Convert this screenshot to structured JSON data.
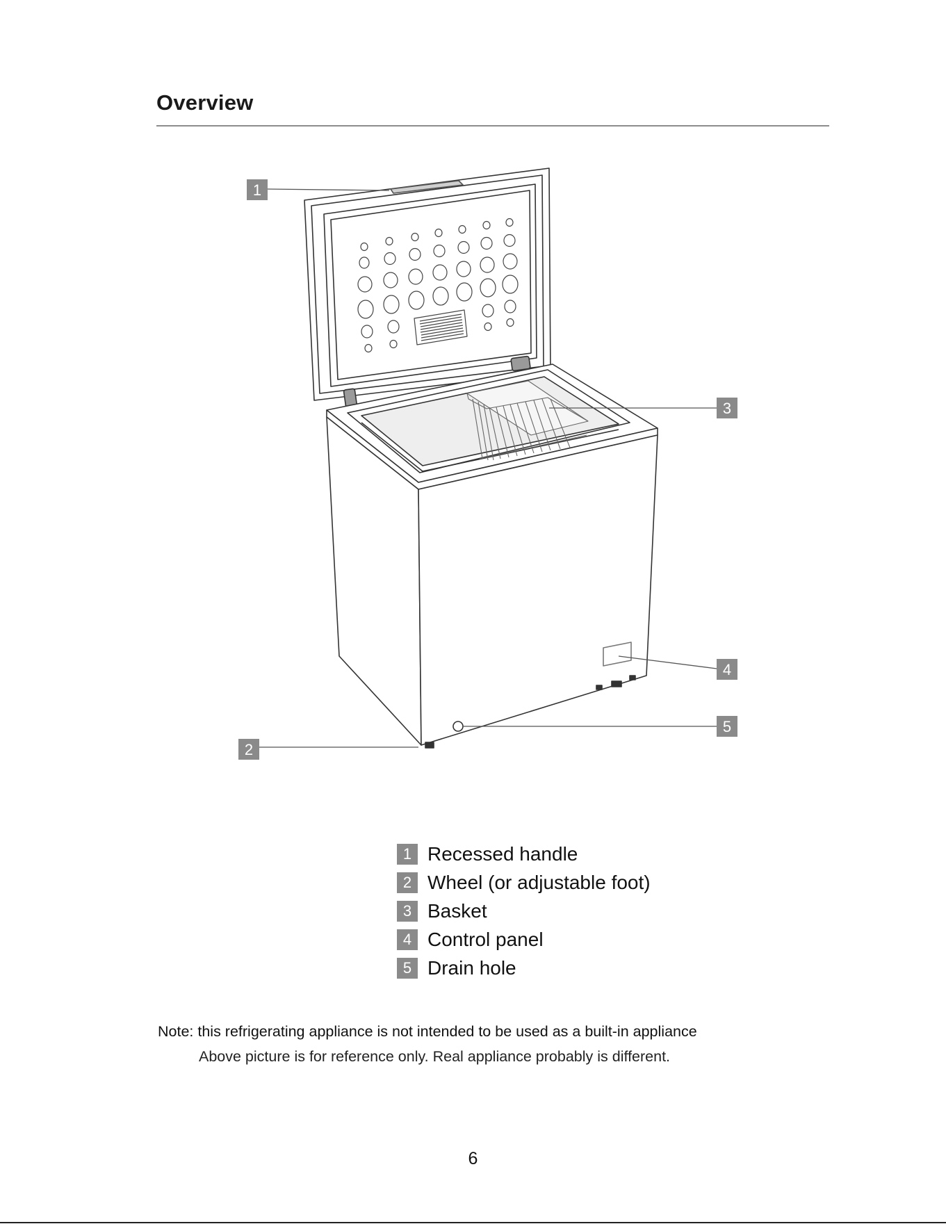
{
  "header": {
    "title": "Overview"
  },
  "callouts": [
    "1",
    "2",
    "3",
    "4",
    "5"
  ],
  "legend": [
    {
      "number": "1",
      "label": "Recessed handle"
    },
    {
      "number": "2",
      "label": "Wheel (or adjustable foot)"
    },
    {
      "number": "3",
      "label": "Basket"
    },
    {
      "number": "4",
      "label": "Control panel"
    },
    {
      "number": "5",
      "label": "Drain hole"
    }
  ],
  "notes": {
    "line1": "Note: this refrigerating appliance is not intended to be used as a built-in appliance",
    "line2": "Above picture is for reference only. Real appliance probably is different."
  },
  "footer": {
    "page_number": "6"
  },
  "colors": {
    "badge": "#8a8a8a",
    "rule": "#8c8c8c",
    "line": "#333333"
  }
}
